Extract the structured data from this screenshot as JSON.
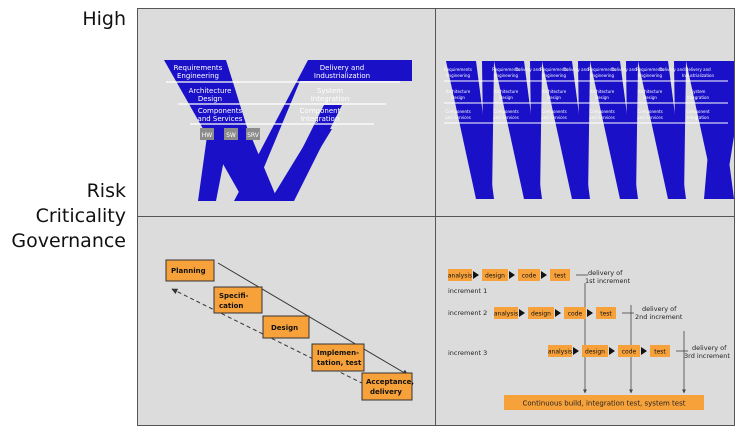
{
  "axis": {
    "high": "High",
    "risk_lines": [
      "Risk",
      "Criticality",
      "Governance"
    ]
  },
  "vmodel": {
    "left_stages": [
      [
        "Requirements",
        "Engineering"
      ],
      [
        "Architecture",
        "Design"
      ],
      [
        "Components",
        "and Services"
      ]
    ],
    "right_stages": [
      [
        "Delivery and",
        "Industrialization"
      ],
      [
        "System",
        "Integration"
      ],
      [
        "Component",
        "Integration"
      ]
    ],
    "boxes": [
      "HW",
      "SW",
      "SRV"
    ]
  },
  "multi_v": {
    "left_stages": [
      [
        "Requirements",
        "Engineering"
      ],
      [
        "Architecture",
        "Design"
      ],
      [
        "Components",
        "and Services"
      ]
    ],
    "right_stages": [
      [
        "Delivery and",
        "Industrialization"
      ],
      [
        "System",
        "Integration"
      ],
      [
        "Component",
        "Integration"
      ]
    ],
    "inter_stages": [
      [
        "Delivery and",
        "Industrialization"
      ]
    ],
    "count": 6
  },
  "waterfall": {
    "stages": [
      [
        "Planning"
      ],
      [
        "Specifi-",
        "cation"
      ],
      [
        "Design"
      ],
      [
        "Implemen-",
        "tation, test"
      ],
      [
        "Acceptance,",
        "delivery"
      ]
    ]
  },
  "incremental": {
    "steps": [
      "analysis",
      "design",
      "code",
      "test"
    ],
    "increments": [
      {
        "label": "increment 1",
        "delivery": [
          "delivery of",
          "1st increment"
        ]
      },
      {
        "label": "increment 2",
        "delivery": [
          "delivery of",
          "2nd increment"
        ]
      },
      {
        "label": "increment 3",
        "delivery": [
          "delivery of",
          "3rd increment"
        ]
      }
    ],
    "bottom_bar": "Continuous build, integration test, system test"
  },
  "colors": {
    "v_blue": "#1a10c8",
    "orange": "#f7a13a",
    "grid_bg": "#dcdcdc"
  }
}
